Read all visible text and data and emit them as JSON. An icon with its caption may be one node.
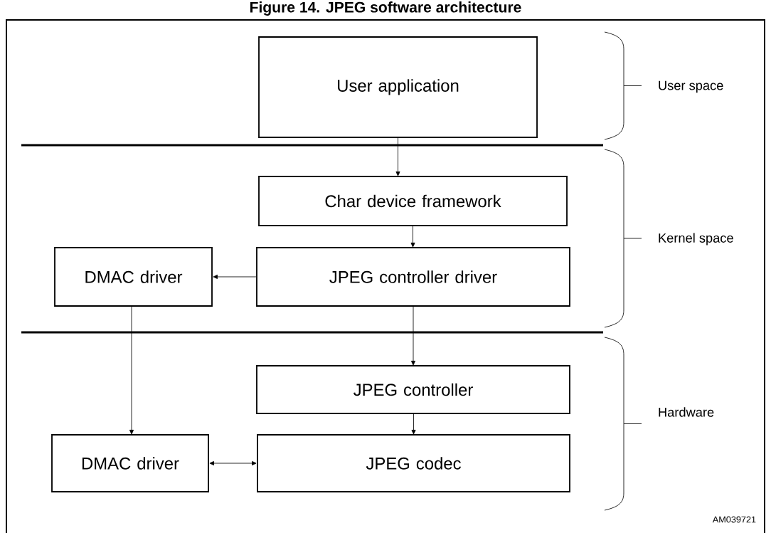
{
  "diagram": {
    "title": "Figure 14. JPEG software architecture",
    "nodes": [
      {
        "text": [
          "User application"
        ]
      },
      {
        "text": [
          "Char device framework"
        ]
      },
      {
        "text": [
          "DMAC driver"
        ]
      },
      {
        "text": [
          "JPEG controller driver"
        ]
      },
      {
        "text": [
          "JPEG controller"
        ]
      },
      {
        "text": [
          "DMAC driver"
        ]
      },
      {
        "text": [
          "JPEG codec"
        ]
      }
    ],
    "edges": [
      {
        "from": 0,
        "to": 1,
        "arrow": "to"
      },
      {
        "from": 1,
        "to": 3,
        "arrow": "to"
      },
      {
        "from": 3,
        "to": 2,
        "arrow": "to"
      },
      {
        "from": 3,
        "to": 4,
        "arrow": "to"
      },
      {
        "from": 2,
        "to": 5,
        "arrow": "to"
      },
      {
        "from": 4,
        "to": 6,
        "arrow": "to"
      },
      {
        "from": 5,
        "to": 6,
        "arrow": "both"
      }
    ],
    "labels": [
      "User space",
      "Kernel space",
      "Hardware",
      "AM039721"
    ]
  }
}
